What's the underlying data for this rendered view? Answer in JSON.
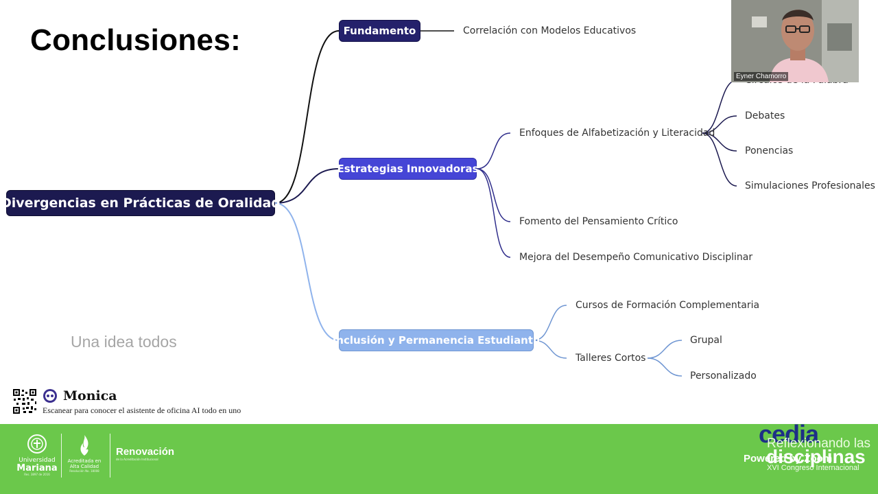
{
  "slide": {
    "title": "Conclusiones:",
    "aside_text": "Una idea todos"
  },
  "mindmap": {
    "root": "Divergencias en Prácticas de Oralidad",
    "branch_fundamento": {
      "label": "Fundamento",
      "children": [
        "Correlación con Modelos Educativos"
      ]
    },
    "branch_estrategias": {
      "label": "Estrategias Innovadoras",
      "enfoques": {
        "label": "Enfoques de Alfabetización y Literacidad",
        "children": [
          "Círculos de la Palabra",
          "Debates",
          "Ponencias",
          "Simulaciones Profesionales"
        ]
      },
      "fomento": "Fomento del Pensamiento Crítico",
      "mejora": "Mejora del Desempeño Comunicativo Disciplinar"
    },
    "branch_inclusion": {
      "label": "Inclusión y Permanencia Estudiantil",
      "cursos": "Cursos de Formación Complementaria",
      "talleres": {
        "label": "Talleres Cortos",
        "children": [
          "Grupal",
          "Personalizado"
        ]
      }
    },
    "colors": {
      "root": "#1c1a50",
      "fundamento": "#24216b",
      "estrategias": "#4545d6",
      "inclusion": "#8fb3ec"
    }
  },
  "monica": {
    "name": "Monica",
    "subtitle": "Escanear para conocer el asistente de oficina AI todo en uno",
    "icons": [
      "qr-code-icon",
      "monica-logo-icon"
    ]
  },
  "footer": {
    "background": "#6bc84b",
    "um_line1": "Universidad",
    "um_line2": "Mariana",
    "um_fine": "Res. 3897 de 2016",
    "acr_line": "Acreditada en Alta Calidad",
    "acr_fine": "Resolución No. 18008",
    "renovacion": "Renovación",
    "renovacion_sub": "de la Acreditación Institucional",
    "cedia": "cedia",
    "reflex": "Reflexionando las",
    "disciplinas": "disciplinas",
    "congreso": "XVI Congreso Internacional",
    "powered": "Powered by Zoom"
  },
  "video": {
    "participant_name": "Eyner Chamorro"
  }
}
